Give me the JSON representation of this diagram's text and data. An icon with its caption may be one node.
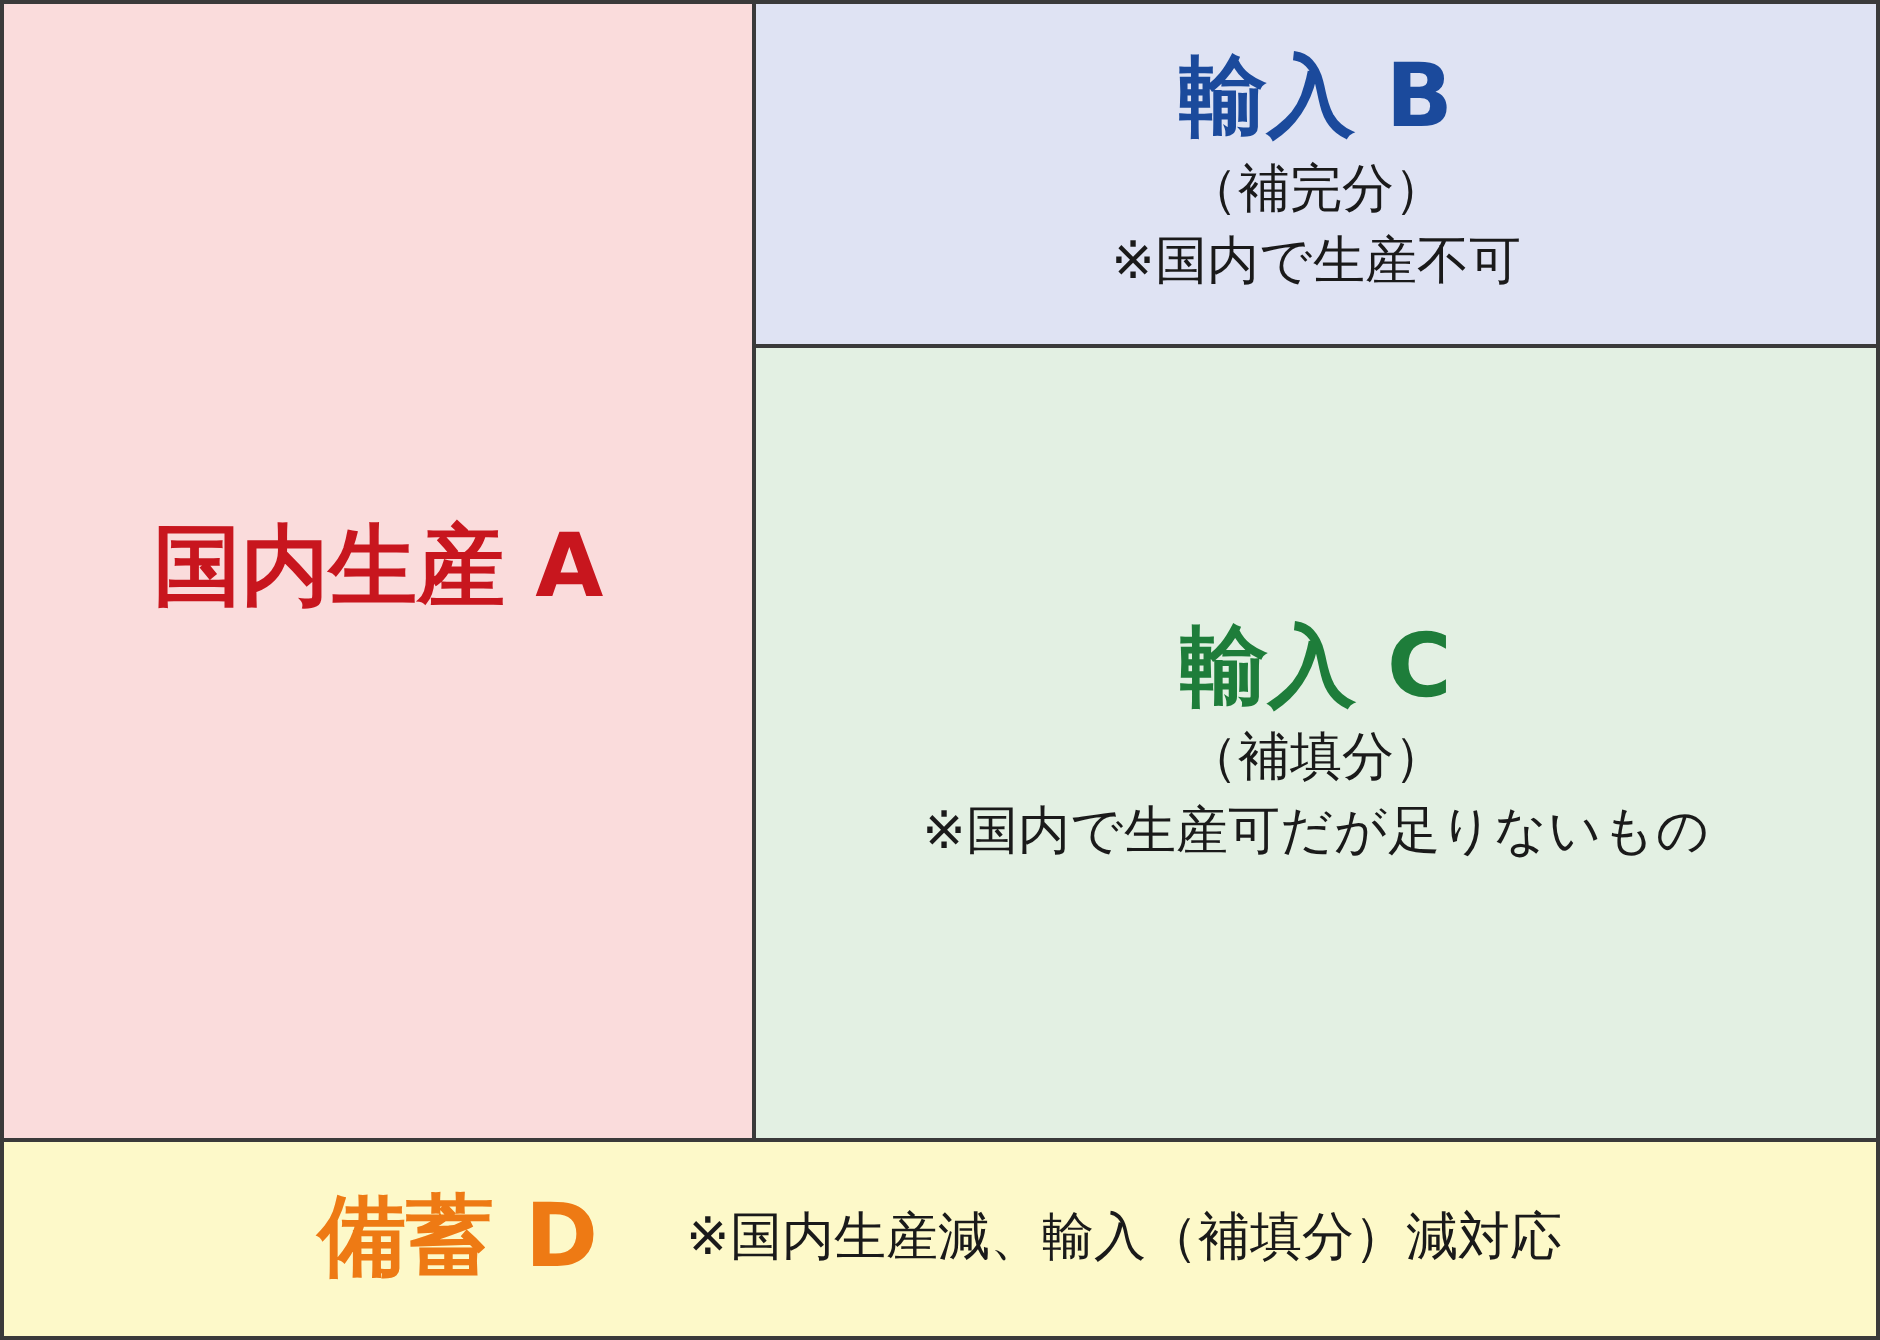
{
  "diagram": {
    "nodes": [
      {
        "text": [
          "国内生産 A"
        ]
      },
      {
        "text": [
          "輸入 B",
          "（補完分）",
          "※国内で生産不可"
        ]
      },
      {
        "text": [
          "輸入 C",
          "（補填分）",
          "※国内で生産可だが足りないもの"
        ]
      },
      {
        "text": [
          "備蓄 D",
          "※国内生産減、輸入（補填分）減対応"
        ]
      }
    ]
  }
}
